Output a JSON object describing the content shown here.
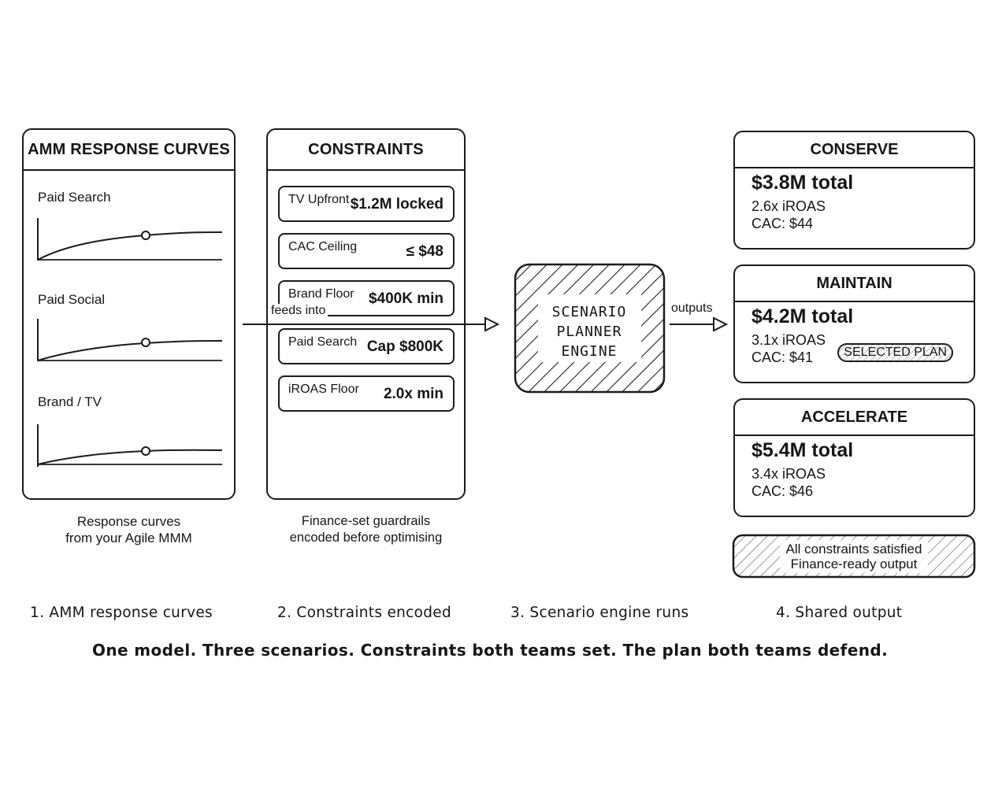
{
  "curves_panel": {
    "title": "AMM RESPONSE CURVES",
    "curves": [
      {
        "label": "Paid Search"
      },
      {
        "label": "Paid Social"
      },
      {
        "label": "Brand / TV"
      }
    ],
    "caption_line1": "Response curves",
    "caption_line2": "from your Agile MMM"
  },
  "constraints_panel": {
    "title": "CONSTRAINTS",
    "rows": [
      {
        "name": "TV Upfront",
        "value": "$1.2M locked"
      },
      {
        "name": "CAC Ceiling",
        "value": "≤ $48"
      },
      {
        "name": "Brand Floor",
        "value": "$400K min"
      },
      {
        "name": "Paid Search",
        "value": "Cap $800K"
      },
      {
        "name": "iROAS Floor",
        "value": "2.0x min"
      }
    ],
    "caption_line1": "Finance-set guardrails",
    "caption_line2": "encoded before optimising"
  },
  "arrows": {
    "feeds_into": "feeds into",
    "outputs": "outputs"
  },
  "engine": {
    "line1": "SCENARIO",
    "line2": "PLANNER",
    "line3": "ENGINE"
  },
  "scenarios": [
    {
      "title": "CONSERVE",
      "total": "$3.8M total",
      "iroas": "2.6x iROAS",
      "cac": "CAC: $44"
    },
    {
      "title": "MAINTAIN",
      "total": "$4.2M total",
      "iroas": "3.1x iROAS",
      "cac": "CAC: $41",
      "badge": "SELECTED PLAN"
    },
    {
      "title": "ACCELERATE",
      "total": "$5.4M total",
      "iroas": "3.4x iROAS",
      "cac": "CAC: $46"
    }
  ],
  "summary": {
    "line1": "All constraints satisfied",
    "line2": "Finance-ready output"
  },
  "steps": [
    "1. AMM response curves",
    "2. Constraints encoded",
    "3. Scenario engine runs",
    "4. Shared output"
  ],
  "tagline": "One model. Three scenarios. Constraints both teams set. The plan both teams defend.",
  "colors": {
    "ink": "#1b1b1b",
    "hatch": "#222222",
    "background": "#ffffff"
  }
}
